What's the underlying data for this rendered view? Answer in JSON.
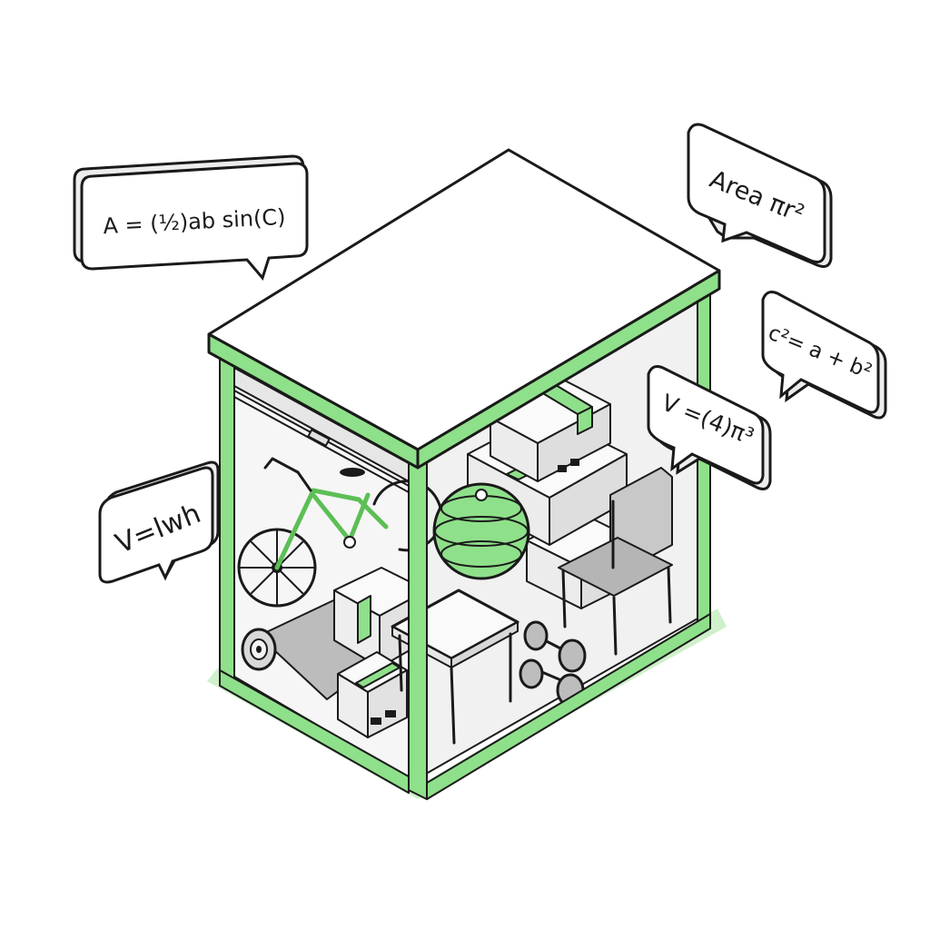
{
  "colors": {
    "accent": "#8fe08a",
    "accent_dark": "#5cbf55",
    "ink": "#1a1a1a",
    "roof": "#ffffff",
    "interior": "#f4f4f4",
    "box": "#f2f2f2",
    "gray": "#bdbdbd"
  },
  "bubbles": {
    "triangle_area": "A = (½)ab sin(C)",
    "circle_area": "Area πr²",
    "pythagoras": "c²= a + b²",
    "sphere_volume": "V =(4)π³",
    "box_volume": "V=lwh"
  }
}
